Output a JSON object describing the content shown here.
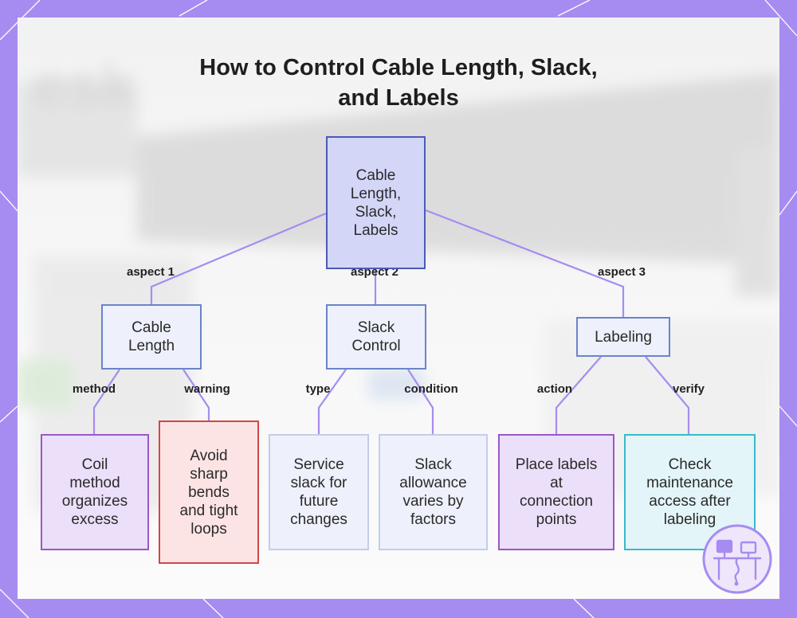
{
  "title": {
    "line1": "How to Control Cable Length, Slack,",
    "line2": "and Labels"
  },
  "root": {
    "label": "Cable Length, Slack, Labels"
  },
  "aspects": [
    {
      "edge_label": "aspect 1",
      "label": "Cable Length"
    },
    {
      "edge_label": "aspect 2",
      "label": "Slack Control"
    },
    {
      "edge_label": "aspect 3",
      "label": "Labeling"
    }
  ],
  "leaves": [
    {
      "edge_label": "method",
      "label": "Coil method organizes excess"
    },
    {
      "edge_label": "warning",
      "label": "Avoid sharp bends and tight loops"
    },
    {
      "edge_label": "type",
      "label": "Service slack for future changes"
    },
    {
      "edge_label": "condition",
      "label": "Slack allowance varies by factors"
    },
    {
      "edge_label": "action",
      "label": "Place labels at connection points"
    },
    {
      "edge_label": "verify",
      "label": "Check maintenance access after labeling"
    }
  ],
  "colors": {
    "frame": "#a68cf0",
    "edge": "#a68cf0",
    "root_fill": "#d4d6f8",
    "root_border": "#4a5bb5",
    "blue_fill": "#eef1fb",
    "blue_border": "#6a84c8",
    "purple_fill": "#ecdff9",
    "purple_border": "#9b57c8",
    "red_fill": "#fde4e4",
    "red_border": "#d14646",
    "pale_fill": "#eef1fb",
    "pale_border": "#c3cdeb",
    "cyan_fill": "#e3f5f8",
    "cyan_border": "#39b9c9"
  },
  "icons": {
    "logo": "desk-workstation-icon"
  }
}
